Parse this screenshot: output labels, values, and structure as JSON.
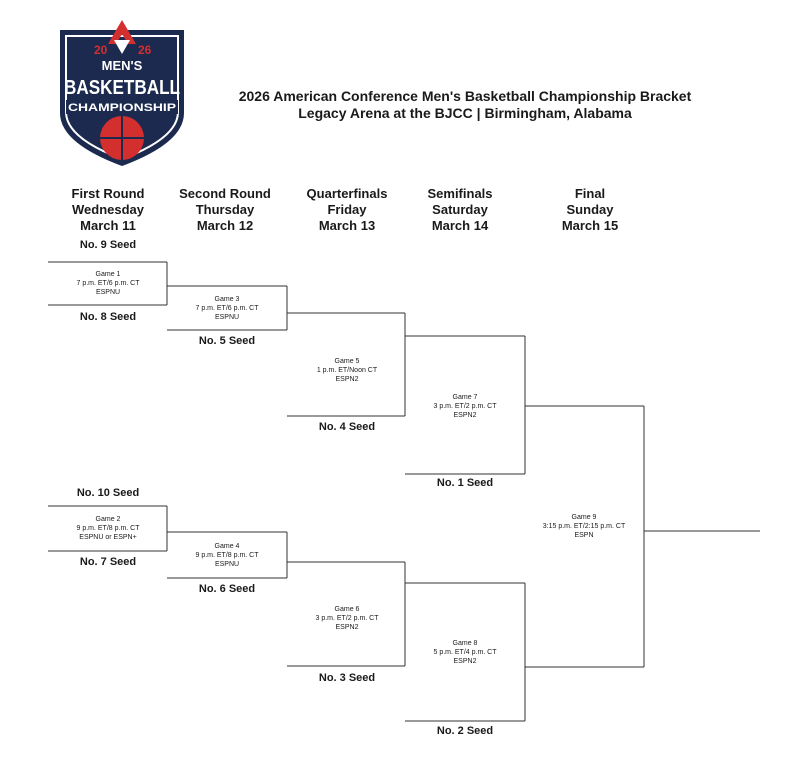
{
  "header": {
    "title_line1": "2026 American Conference Men's Basketball Championship Bracket",
    "title_line2": "Legacy Arena at the BJCC | Birmingham, Alabama"
  },
  "logo": {
    "year_left": "20",
    "year_right": "26",
    "line1": "MEN'S",
    "line2": "BASKETBALL",
    "line3": "CHAMPIONSHIP",
    "colors": {
      "navy": "#1b2a4e",
      "red": "#d32f2f",
      "white": "#ffffff"
    }
  },
  "rounds": [
    {
      "name": "First Round",
      "day": "Wednesday",
      "date": "March 11"
    },
    {
      "name": "Second Round",
      "day": "Thursday",
      "date": "March 12"
    },
    {
      "name": "Quarterfinals",
      "day": "Friday",
      "date": "March 13"
    },
    {
      "name": "Semifinals",
      "day": "Saturday",
      "date": "March 14"
    },
    {
      "name": "Final",
      "day": "Sunday",
      "date": "March 15"
    }
  ],
  "seeds": {
    "s9": "No. 9 Seed",
    "s8": "No. 8 Seed",
    "s5": "No. 5 Seed",
    "s4": "No. 4 Seed",
    "s1": "No. 1 Seed",
    "s10": "No. 10 Seed",
    "s7": "No. 7 Seed",
    "s6": "No. 6 Seed",
    "s3": "No. 3 Seed",
    "s2": "No. 2 Seed"
  },
  "games": {
    "g1": {
      "name": "Game 1",
      "time": "7 p.m. ET/6 p.m. CT",
      "network": "ESPNU"
    },
    "g2": {
      "name": "Game 2",
      "time": "9 p.m. ET/8 p.m. CT",
      "network": "ESPNU or ESPN+"
    },
    "g3": {
      "name": "Game 3",
      "time": "7 p.m. ET/6 p.m. CT",
      "network": "ESPNU"
    },
    "g4": {
      "name": "Game 4",
      "time": "9 p.m. ET/8 p.m. CT",
      "network": "ESPNU"
    },
    "g5": {
      "name": "Game 5",
      "time": "1 p.m. ET/Noon CT",
      "network": "ESPN2"
    },
    "g6": {
      "name": "Game 6",
      "time": "3 p.m. ET/2 p.m. CT",
      "network": "ESPN2"
    },
    "g7": {
      "name": "Game 7",
      "time": "3 p.m. ET/2 p.m. CT",
      "network": "ESPN2"
    },
    "g8": {
      "name": "Game 8",
      "time": "5 p.m. ET/4 p.m. CT",
      "network": "ESPN2"
    },
    "g9": {
      "name": "Game 9",
      "time": "3:15 p.m. ET/2:15 p.m. CT",
      "network": "ESPN"
    }
  }
}
